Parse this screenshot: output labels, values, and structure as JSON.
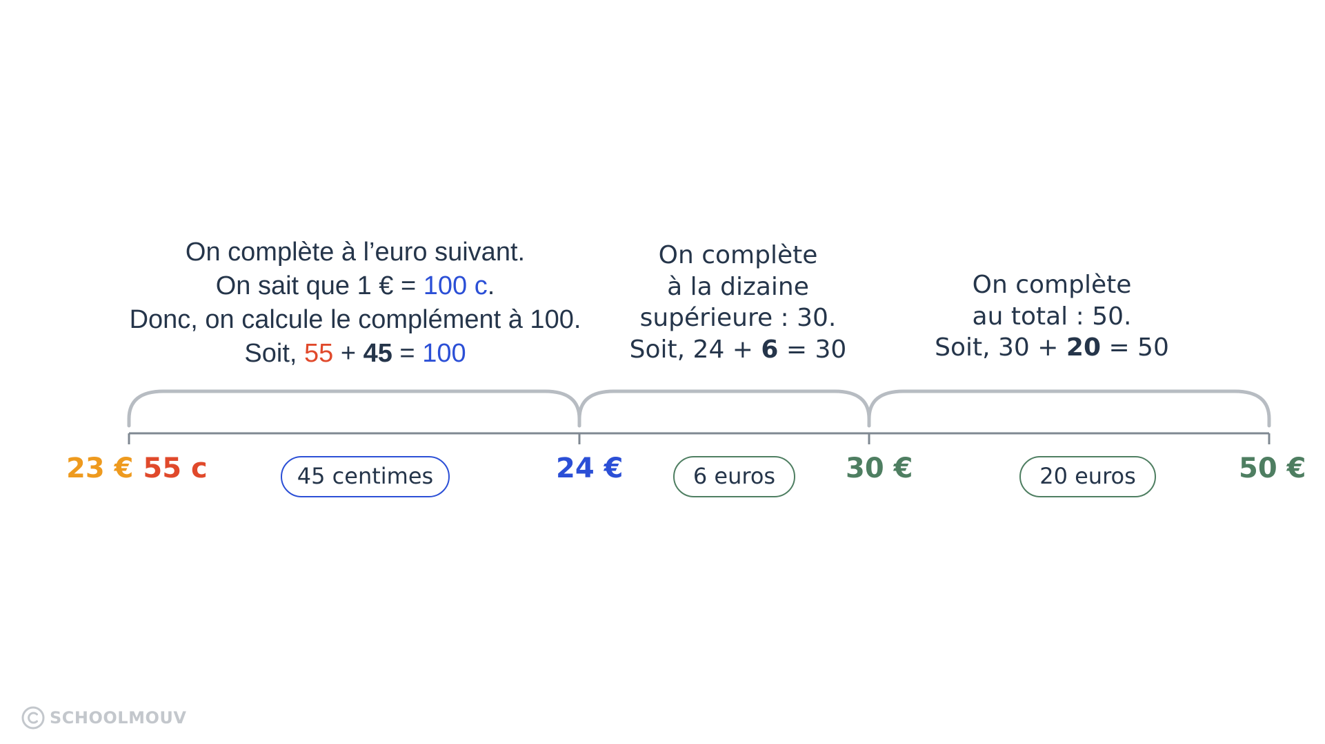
{
  "colors": {
    "orange": "#ee9a1e",
    "red": "#e0492b",
    "blue": "#2b4fd6",
    "green": "#4e7e61",
    "dark": "#25354a",
    "gray": "#b7bcc2",
    "axis": "#7f8892",
    "watermark": "#c3c7cc"
  },
  "notes": {
    "n1": {
      "l1": "On complète à l’euro suivant.",
      "l2_pre": "On sait que 1 € = ",
      "l2_val": "100 c",
      "l2_post": ".",
      "l3": "Donc, on calcule le complément à 100.",
      "l4_pre": "Soit, ",
      "l4_a": "55",
      "l4_plus": " + ",
      "l4_b": "45",
      "l4_eq": " = ",
      "l4_c": "100"
    },
    "n2": {
      "l1": "On complète",
      "l2": "à la dizaine",
      "l3": "supérieure : 30.",
      "l4_pre": "Soit, 24 + ",
      "l4_b": "6",
      "l4_post": " = 30"
    },
    "n3": {
      "l1": "On complète",
      "l2": "au total : 50.",
      "l3_pre": "Soit, 30 + ",
      "l3_b": "20",
      "l3_post": " = 50"
    }
  },
  "ticks": {
    "t1_euros": "23 €",
    "t1_cents": "55 c",
    "t2": "24 €",
    "t3": "30 €",
    "t4": "50 €"
  },
  "pills": {
    "p1": "45 centimes",
    "p2": "6 euros",
    "p3": "20 euros"
  },
  "watermark": {
    "icon": "copyright-icon",
    "text": "SCHOOLMOUV"
  }
}
